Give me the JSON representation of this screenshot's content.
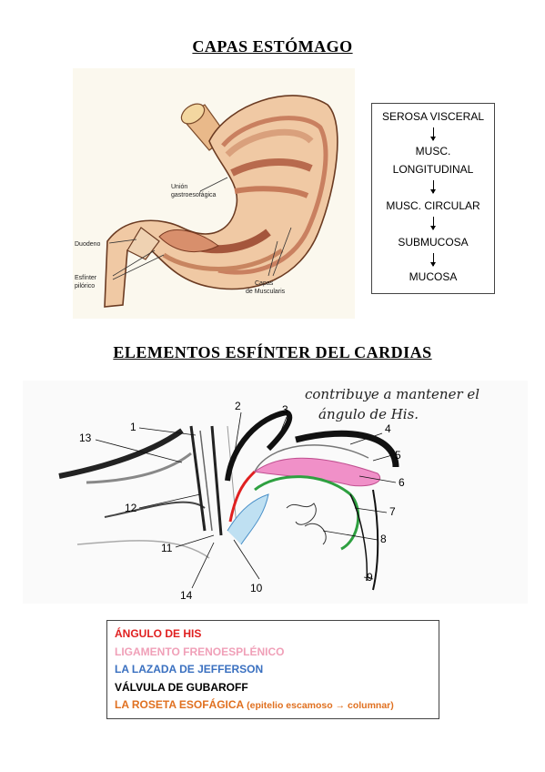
{
  "section1": {
    "title": "CAPAS ESTÓMAGO"
  },
  "figure1": {
    "labels": {
      "union": "Unión",
      "gastro": "gastroesofágica",
      "duodeno": "Duodeno",
      "esfinter": "Esfínter",
      "pilorico": "pilórico",
      "capas": "Capas",
      "muscularis": "de Muscularis"
    }
  },
  "layers": [
    "SEROSA VISCERAL",
    "MUSC.",
    "LONGITUDINAL",
    "MUSC. CIRCULAR",
    "SUBMUCOSA",
    "MUCOSA"
  ],
  "section2": {
    "title": "ELEMENTOS ESFÍNTER DEL CARDIAS"
  },
  "figure2": {
    "note_line1": "contribuye a mantener el",
    "note_line2": "ángulo de His.",
    "numbers": [
      "1",
      "2",
      "3",
      "4",
      "5",
      "6",
      "7",
      "8",
      "9",
      "10",
      "11",
      "12",
      "13",
      "14"
    ]
  },
  "legend": {
    "items": [
      {
        "text": "ÁNGULO DE HIS",
        "color": "#e02020"
      },
      {
        "text": "LIGAMENTO FRENOESPLÉNICO",
        "color": "#f0a0b8"
      },
      {
        "text": "LA LAZADA DE JEFFERSON",
        "color": "#3a70c0"
      },
      {
        "text": "VÁLVULA DE GUBAROFF",
        "color": "#000000"
      },
      {
        "text": "LA ROSETA ESOFÁGICA",
        "color": "#e07020"
      }
    ],
    "roseta_detail": "(epitelio escamoso → columnar)"
  }
}
